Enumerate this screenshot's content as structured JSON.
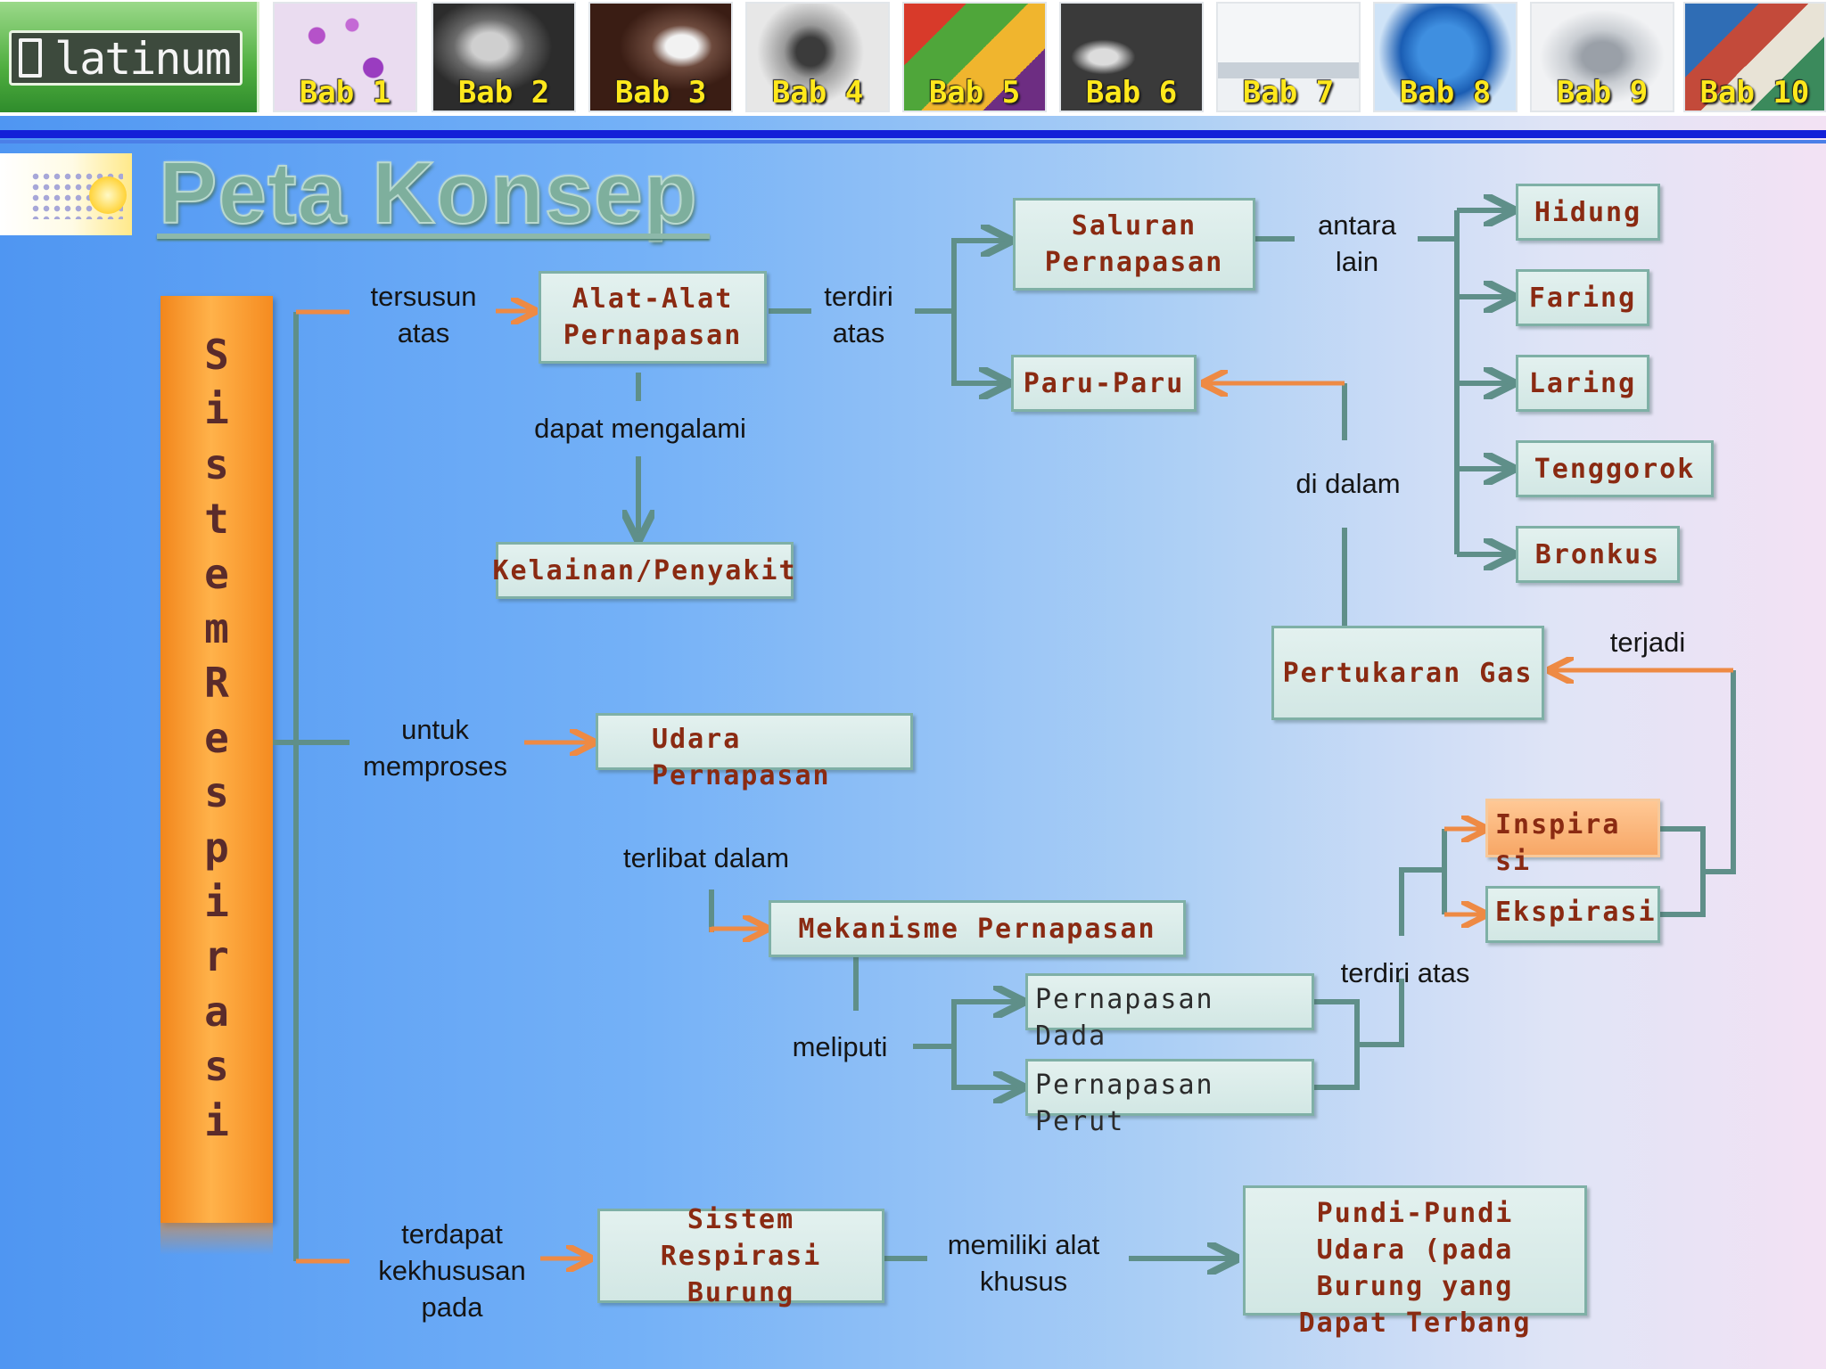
{
  "header": {
    "logo_text": "latinum",
    "chapter_tabs": [
      {
        "label": "Bab 1"
      },
      {
        "label": "Bab 2"
      },
      {
        "label": "Bab 3"
      },
      {
        "label": "Bab 4"
      },
      {
        "label": "Bab 5"
      },
      {
        "label": "Bab 6"
      },
      {
        "label": "Bab 7"
      },
      {
        "label": "Bab 8"
      },
      {
        "label": "Bab 9"
      },
      {
        "label": "Bab 10"
      }
    ]
  },
  "page": {
    "title": "Peta Konsep"
  },
  "sidebar": {
    "vertical_title": "SistemRespirasi"
  },
  "nodes": {
    "alat_alat_pernapasan": "Alat-Alat Pernapasan",
    "kelainan_penyakit": "Kelainan/Penyakit",
    "saluran_pernapasan": "Saluran Pernapasan",
    "paru_paru": "Paru-Paru",
    "hidung": "Hidung",
    "faring": "Faring",
    "laring": "Laring",
    "tenggorok": "Tenggorok",
    "bronkus": "Bronkus",
    "pertukaran_gas": "Pertukaran Gas",
    "udara_pernapasan": "Udara Pernapasan",
    "mekanisme_pernapasan": "Mekanisme Pernapasan",
    "pernapasan_dada": "Pernapasan Dada",
    "pernapasan_perut": "Pernapasan Perut",
    "inspirasi": "Inspirasi",
    "ekspirasi": "Ekspirasi",
    "sistem_respirasi_burung": "Sistem Respirasi Burung",
    "pundi_pundi_udara": "Pundi-Pundi Udara (pada Burung yang Dapat Terbang"
  },
  "labels": {
    "tersusun_atas": "tersusun atas",
    "terdiri_atas_1": "terdiri atas",
    "antara_lain": "antara lain",
    "dapat_mengalami": "dapat mengalami",
    "di_dalam": "di dalam",
    "terjadi": "terjadi",
    "untuk_memproses": "untuk memproses",
    "terlibat_dalam": "terlibat dalam",
    "meliputi": "meliputi",
    "terdiri_atas_2": "terdiri atas",
    "terdapat_kekhususan_pada": "terdapat kekhususan pada",
    "memiliki_alat_khusus": "memiliki alat khusus"
  },
  "colors": {
    "connector": "#5f8f89",
    "arrow_accent": "#ee8a44",
    "node_text": "#8a2a12",
    "title_bar": "#f58b20",
    "chapter_label": "#ffe81c"
  }
}
